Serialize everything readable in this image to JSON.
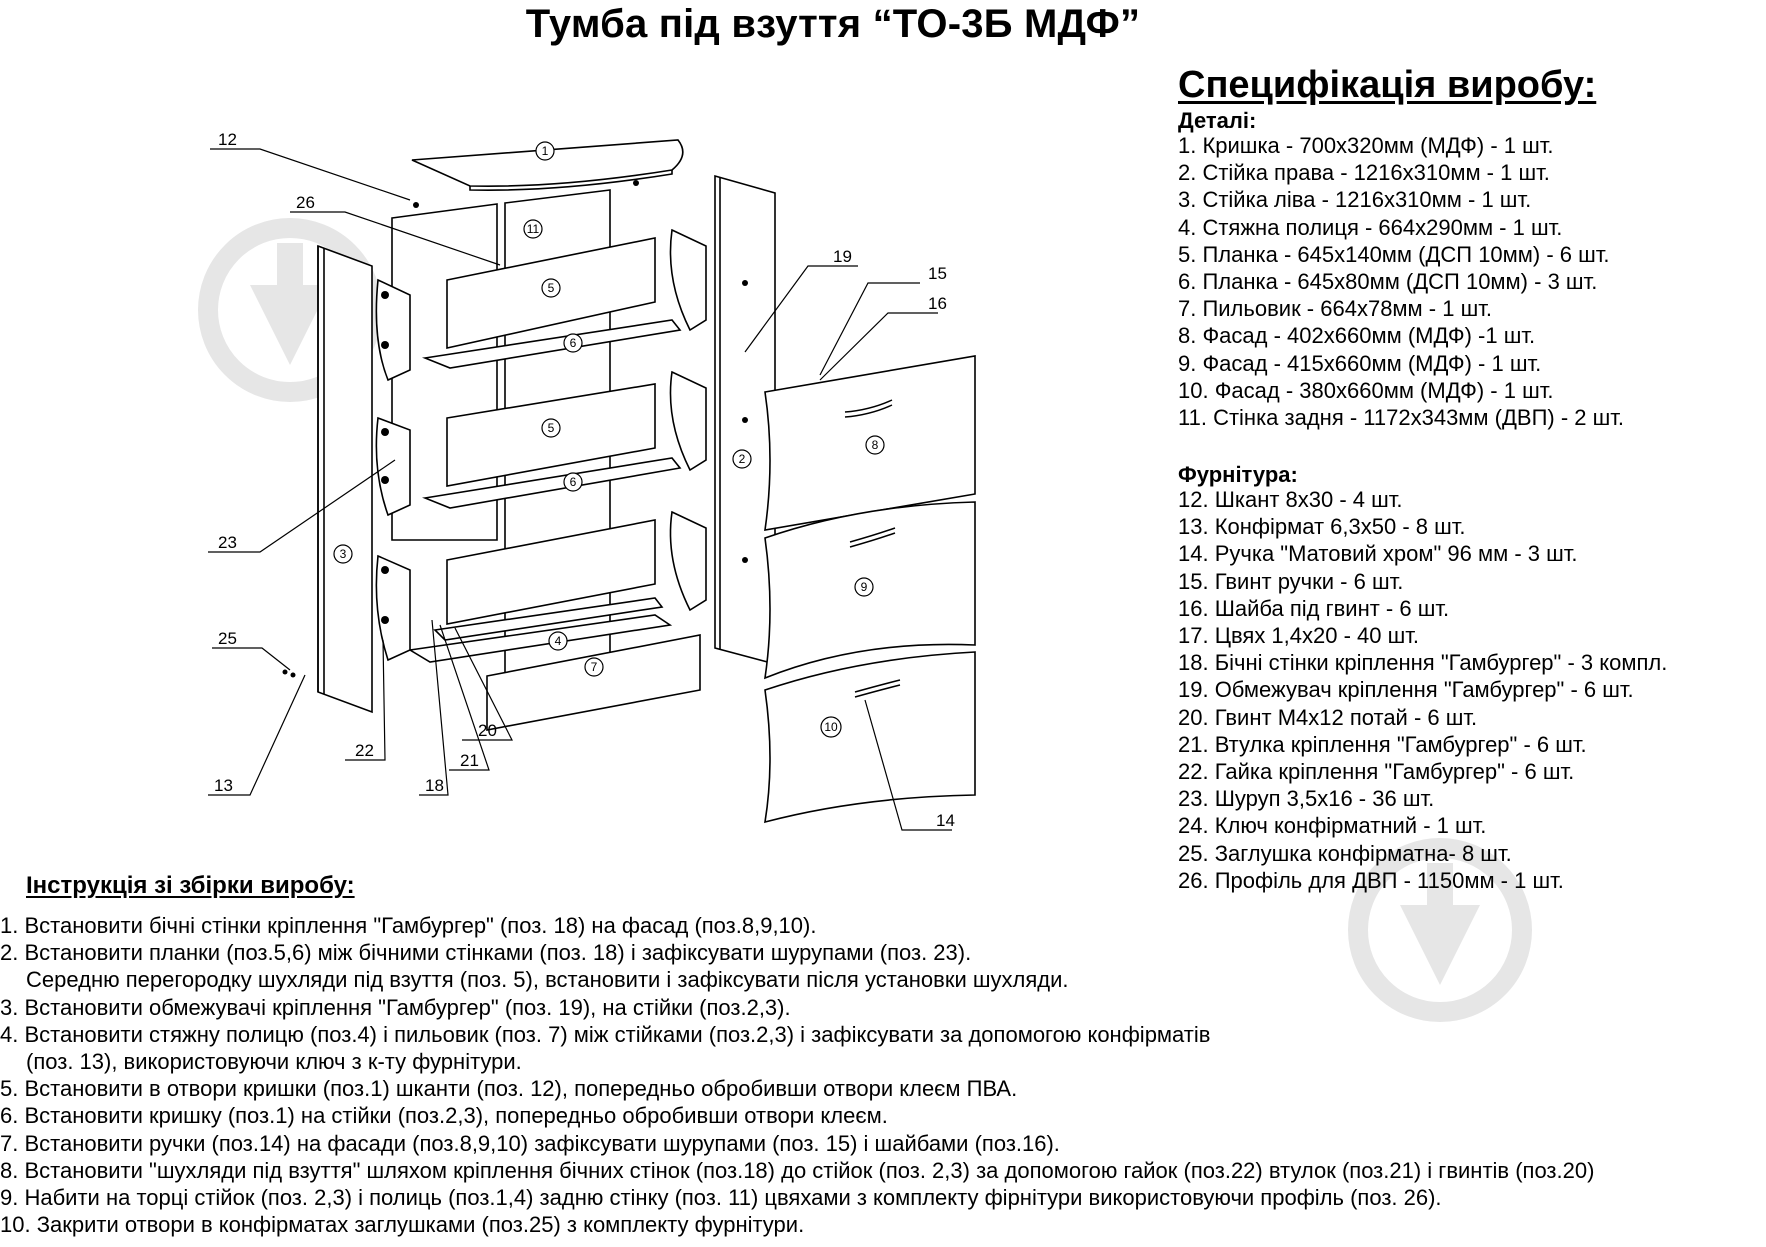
{
  "title": "Тумба під взуття “ТО-3Б МДФ”",
  "spec": {
    "heading": "Специфікація виробу:",
    "details_heading": "Деталі:",
    "details": [
      "1. Кришка - 700х320мм (МДФ) - 1 шт.",
      "2. Стійка права - 1216х310мм - 1 шт.",
      "3. Стійка ліва - 1216х310мм - 1 шт.",
      "4. Стяжна полиця - 664х290мм - 1 шт.",
      "5. Планка - 645х140мм (ДСП 10мм) - 6 шт.",
      "6. Планка - 645х80мм (ДСП 10мм) - 3 шт.",
      "7. Пильовик - 664х78мм - 1 шт.",
      "8. Фасад - 402х660мм (МДФ) -1 шт.",
      "9. Фасад - 415х660мм (МДФ) - 1 шт.",
      "10. Фасад - 380х660мм (МДФ) - 1 шт.",
      "11. Стінка задня - 1172х343мм (ДВП) - 2 шт."
    ],
    "hardware_heading": "Фурнітура:",
    "hardware": [
      "12. Шкант 8х30 - 4 шт.",
      "13. Конфірмат 6,3х50 - 8 шт.",
      "14. Ручка \"Матовий хром\" 96 мм - 3 шт.",
      "15. Гвинт ручки - 6 шт.",
      "16. Шайба під гвинт - 6 шт.",
      "17. Цвях 1,4х20 - 40 шт.",
      "18. Бічні стінки кріплення \"Гамбургер\" - 3 компл.",
      "19. Обмежувач кріплення \"Гамбургер\" - 6 шт.",
      "20. Гвинт М4х12 потай - 6 шт.",
      "21. Втулка кріплення \"Гамбургер\" - 6 шт.",
      "22. Гайка кріплення \"Гамбургер\" - 6 шт.",
      "23. Шуруп 3,5х16 - 36 шт.",
      "24. Ключ конфірматний - 1 шт.",
      "25. Заглушка конфірматна- 8 шт.",
      "26. Профіль для ДВП - 1150мм - 1 шт."
    ]
  },
  "instructions": {
    "heading": "Інструкція зі збірки виробу:",
    "steps": [
      "1. Встановити бічні стінки кріплення \"Гамбургер\" (поз. 18) на фасад (поз.8,9,10).",
      "2. Встановити планки (поз.5,6) між бічними стінками (поз. 18) і зафіксувати шурупами (поз. 23).",
      "Середню перегородку шухляди під взуття (поз. 5), встановити і зафіксувати після установки шухляди.",
      "3. Встановити обмежувачі кріплення \"Гамбургер\" (поз. 19), на стійки (поз.2,3).",
      "4. Встановити стяжну полицю (поз.4) і пильовик (поз. 7) між стійками (поз.2,3) і зафіксувати за допомогою конфірматів",
      "(поз. 13), використовуючи ключ з к-ту фурнітури.",
      "5. Встановити в отвори кришки (поз.1) шканти (поз. 12), попередньо обробивши отвори клеєм ПВА.",
      "6. Встановити кришку (поз.1) на стійки (поз.2,3), попередньо обробивши отвори клеєм.",
      "7. Встановити ручки (поз.14) на фасади (поз.8,9,10) зафіксувати шурупами (поз. 15) і шайбами (поз.16).",
      "8. Встановити \"шухляди під взуття\" шляхом кріплення бічних стінок (поз.18) до стійок (поз. 2,3) за допомогою гайок (поз.22) втулок (поз.21) і гвинтів (поз.20)",
      "9. Набити на торці стійок (поз. 2,3) і полиць (поз.1,4) задню стінку (поз. 11) цвяхами з комплекту фірнітури використовуючи профіль (поз. 26).",
      "10. Закрити отвори в конфірматах заглушками (поз.25) з комплекту фурнітури."
    ]
  },
  "callouts": {
    "c12": "12",
    "c26": "26",
    "c19": "19",
    "c15": "15",
    "c16": "16",
    "c23": "23",
    "c25": "25",
    "c13": "13",
    "c22": "22",
    "c18": "18",
    "c21": "21",
    "c20": "20",
    "c14": "14"
  },
  "part_marks": {
    "p1": "1",
    "p11": "11",
    "p5a": "5",
    "p6a": "6",
    "p5b": "5",
    "p6b": "6",
    "p4": "4",
    "p7": "7",
    "p2": "2",
    "p3": "3",
    "p8": "8",
    "p9": "9",
    "p10": "10"
  }
}
